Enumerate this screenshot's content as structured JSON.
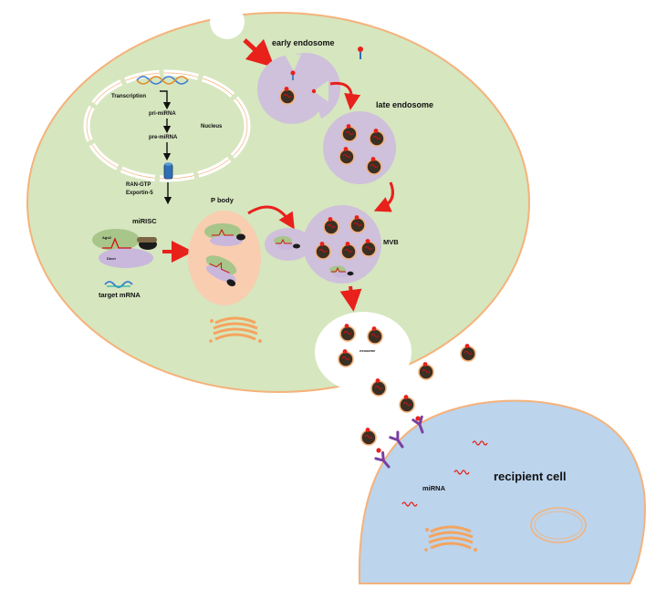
{
  "labels": {
    "early_endosome": "early endosome",
    "late_endosome": "late endosome",
    "transcription": "Transcription",
    "pri_mirna": "pri-miRNA",
    "pre_mirna": "pre-miRNA",
    "nucleus": "Nucleus",
    "ran_gtp": "RAN-GTP",
    "exportin_5": "Exportin-5",
    "p_body": "P body",
    "mirisc": "miRISC",
    "ago2": "Ago2",
    "dicer": "Dicer",
    "target_mrna": "target mRNA",
    "mvb": "MVB",
    "exosome": "exosome",
    "mirna": "miRNA",
    "recipient_cell": "recipient cell"
  },
  "colors": {
    "donor_cell": "#d6e6bf",
    "cell_border": "#f5b27a",
    "endosome": "#cfc0dc",
    "p_body": "#f8cdb0",
    "recipient_cell": "#bcd4ec",
    "arrow": "#e8211b",
    "vesicle": "#3b2f24",
    "receptor": "#7a3fa0"
  },
  "icons": [
    "dna-helix-icon",
    "exportin-channel-icon",
    "golgi-icon",
    "receptor-icon",
    "mirna-strand-icon",
    "exosome-vesicle-icon"
  ]
}
